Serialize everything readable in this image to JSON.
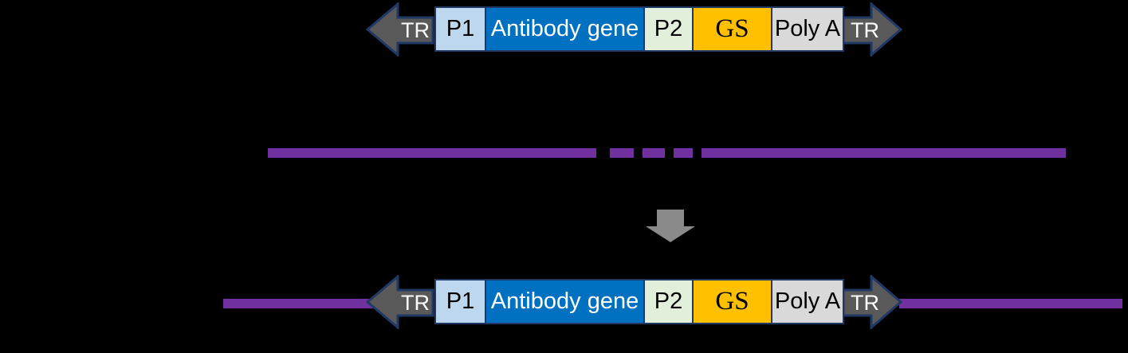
{
  "diagram": {
    "background_color": "#000000",
    "construct": {
      "tr_label": "TR",
      "arrow_fill_color": "#595959",
      "outline_color": "#1F3864",
      "segments": [
        {
          "id": "p1",
          "label": "P1",
          "color": "#BDD7EE",
          "text_color": "#000000"
        },
        {
          "id": "antibody-gene",
          "label": "Antibody gene",
          "color": "#0070C0",
          "text_color": "#FFFFFF"
        },
        {
          "id": "p2",
          "label": "P2",
          "color": "#E2EFDA",
          "text_color": "#000000"
        },
        {
          "id": "gs",
          "label": "GS",
          "color": "#FFC000",
          "text_color": "#000000"
        },
        {
          "id": "poly-a",
          "label": "Poly A",
          "color": "#D9D9D9",
          "text_color": "#000000"
        }
      ]
    },
    "genomic_dna": {
      "color": "#7030A0"
    },
    "process_arrow": {
      "color": "#8A8A8A"
    }
  }
}
